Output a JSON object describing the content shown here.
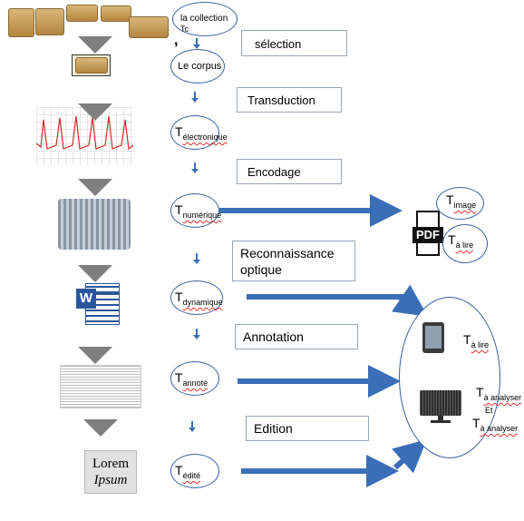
{
  "nodes": {
    "collection": {
      "label": "la collection",
      "sub": "Tc",
      "mark": ","
    },
    "corpus": {
      "label": "Le corpus"
    },
    "electronique": {
      "t": "T",
      "sub": "électronique"
    },
    "numerique": {
      "t": "T",
      "sub": "numérique"
    },
    "dynamique": {
      "t": "T",
      "sub": "dynamique"
    },
    "annote": {
      "t": "T",
      "sub": "annoté"
    },
    "edite": {
      "t": "T",
      "sub": "édité"
    }
  },
  "steps": {
    "selection": "sélection",
    "transduction": "Transduction",
    "encodage": "Encodage",
    "reconnaissance": "Reconnaissance optique",
    "annotation": "Annotation",
    "edition": "Edition"
  },
  "pdf_outputs": {
    "image": {
      "t": "T",
      "sub": "image"
    },
    "lire": {
      "t": "T",
      "sub": "à lire"
    },
    "pdf_text": "PDF"
  },
  "devices": {
    "tablet": {
      "t": "T",
      "sub": "à lire"
    },
    "monitor_1": {
      "t": "T",
      "sub": "à analyser"
    },
    "et": "Et",
    "monitor_2": {
      "t": "T",
      "sub": "à analyser"
    }
  },
  "thumbs": {
    "word_icon": "W",
    "lorem": "Lorem",
    "ipsum": "Ipsum"
  },
  "colors": {
    "accent": "#3a6fb7",
    "ellipse_border": "#3a5f9e",
    "triangle": "#7f7f7f",
    "signal": "#d22a2a"
  }
}
